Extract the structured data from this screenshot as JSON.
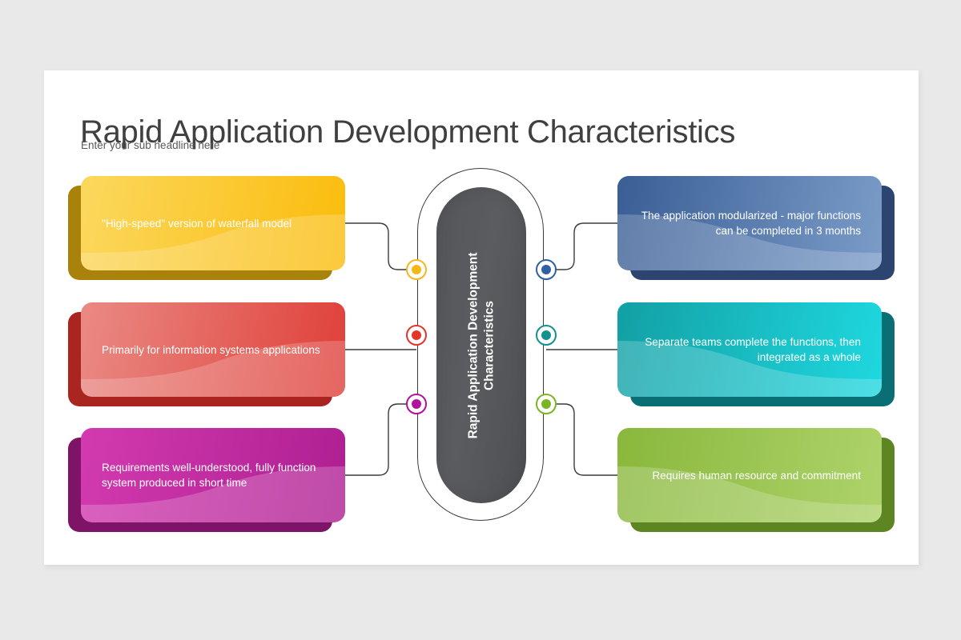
{
  "slide": {
    "title": "Rapid Application Development Characteristics",
    "subtitle": "Enter your sub headline here",
    "background_color": "#e9e9e9",
    "card_color": "#ffffff"
  },
  "center": {
    "label_line1": "Rapid Application Development",
    "label_line2": "Characteristics",
    "label": "Rapid Application Development Characteristics",
    "fill_color": "#55565a",
    "halo_color": "#ffffff",
    "track_color": "#3b3b3b"
  },
  "left_items": [
    {
      "text": "\"High-speed\" version of waterfall model",
      "color": "#fbbd10",
      "gradient_from": "#fbd85e",
      "gradient_to": "#fbbc0c",
      "shadow_color": "#a8820a",
      "dot_color": "#f6b719"
    },
    {
      "text": "Primarily for information systems applications",
      "color": "#e04a42",
      "gradient_from": "#ea8a84",
      "gradient_to": "#df4039",
      "shadow_color": "#aa2520",
      "dot_color": "#e5352b"
    },
    {
      "text": "Requirements well-understood, fully function system produced in short time",
      "color": "#c42aa5",
      "gradient_from": "#d33ab0",
      "gradient_to": "#ae1f92",
      "shadow_color": "#7d1468",
      "dot_color": "#b2129b"
    }
  ],
  "right_items": [
    {
      "text": "The application modularized - major functions can be completed in 3 months",
      "color": "#4a71ab",
      "gradient_from": "#3a5e95",
      "gradient_to": "#7b9cc8",
      "shadow_color": "#2c4570",
      "dot_color": "#2f5fa5"
    },
    {
      "text": "Separate teams complete the functions, then integrated as a whole",
      "color": "#16b2b9",
      "gradient_from": "#12a0a4",
      "gradient_to": "#1fd8e0",
      "shadow_color": "#0a6f74",
      "dot_color": "#11928f"
    },
    {
      "text": "Requires human resource and commitment",
      "color": "#8cba3f",
      "gradient_from": "#89b83c",
      "gradient_to": "#aed36b",
      "shadow_color": "#5d8521",
      "dot_color": "#7cb524"
    }
  ],
  "connectors": {
    "line_color": "#3b3b3b",
    "count": 6
  }
}
